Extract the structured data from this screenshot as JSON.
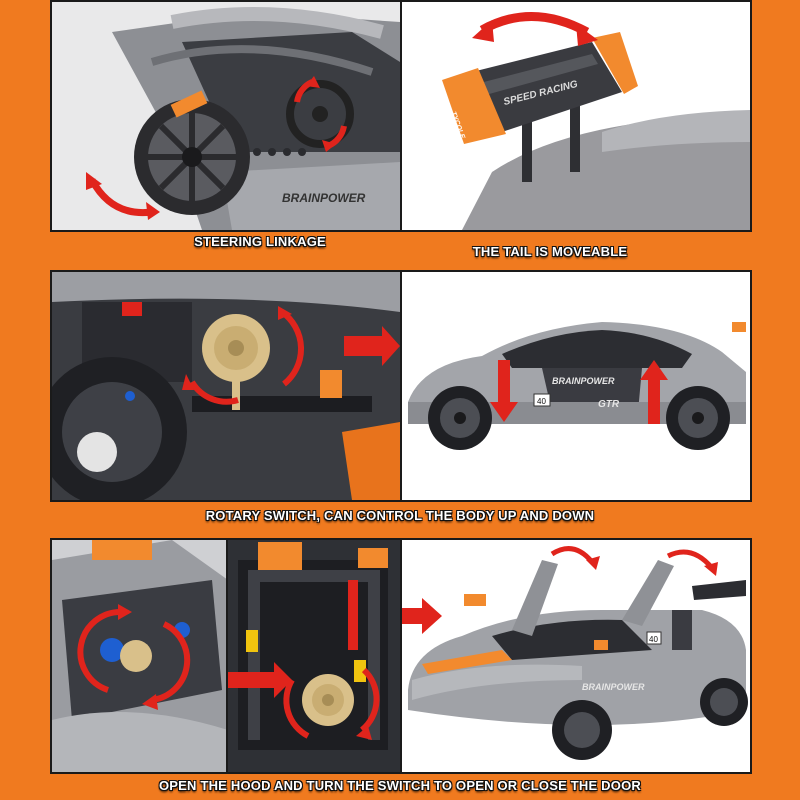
{
  "captions": {
    "steering": "STEERING LINKAGE",
    "tail": "THE TAIL IS MOVEABLE",
    "rotary": "ROTARY SWITCH, CAN CONTROL THE BODY UP AND DOWN",
    "hood": "OPEN THE HOOD AND TURN THE SWITCH TO OPEN OR CLOSE THE DOOR"
  },
  "decals": {
    "wing_text": "SPEED RACING",
    "wing_side": "TYCOLE",
    "body_text": "BRAINPOWER",
    "body_text_2": "BRAINPOWER",
    "body_text_3": "BRAINPOWER",
    "number": "40",
    "number_2": "40",
    "gtr": "GTR"
  },
  "colors": {
    "background": "#f07a1f",
    "accent_orange": "#f28a2e",
    "arrow_red": "#e0241c",
    "body_gray": "#9a9a9e",
    "tan_gear": "#d9c08a"
  }
}
